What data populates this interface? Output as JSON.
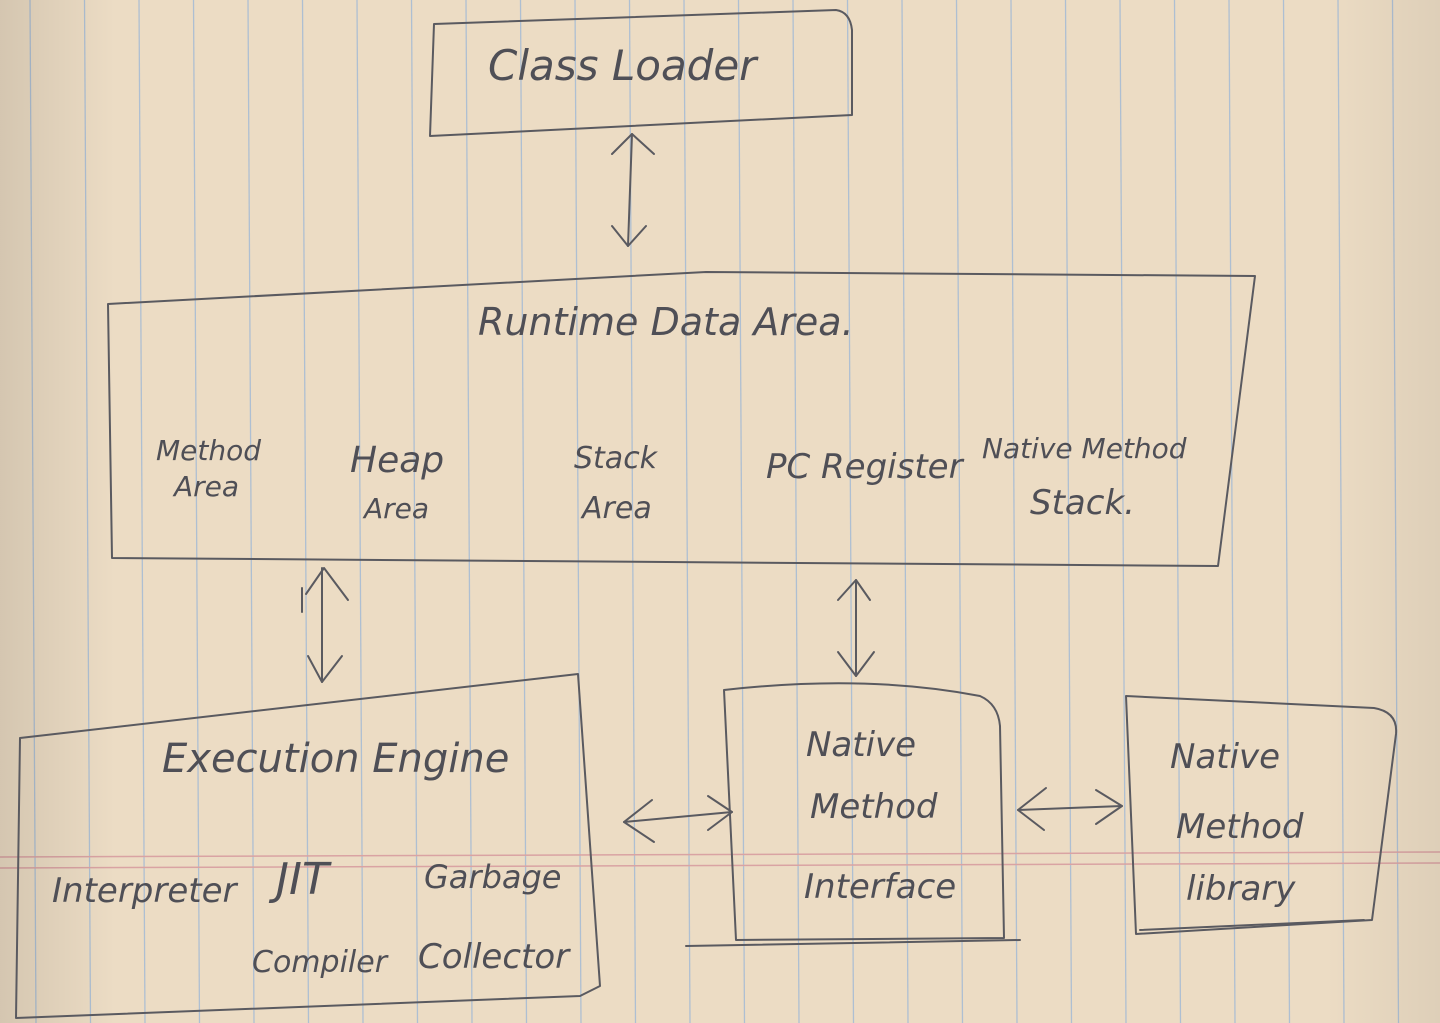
{
  "diagram": {
    "class_loader": {
      "label": "Class Loader"
    },
    "runtime_data_area": {
      "title": "Runtime Data Area.",
      "regions": [
        {
          "line1": "Method",
          "line2": "Area"
        },
        {
          "line1": "Heap",
          "line2": "Area"
        },
        {
          "line1": "Stack",
          "line2": "Area"
        },
        {
          "line1": "PC Register",
          "line2": ""
        },
        {
          "line1": "Native Method",
          "line2": "Stack."
        }
      ]
    },
    "execution_engine": {
      "title": "Execution Engine",
      "interpreter": "Interpreter",
      "jit_line1": "JIT",
      "jit_line2": "Compiler",
      "gc_line1": "Garbage",
      "gc_line2": "Collector"
    },
    "native_method_interface": {
      "line1": "Native",
      "line2": "Method",
      "line3": "Interface"
    },
    "native_method_library": {
      "line1": "Native",
      "line2": "Method",
      "line3": "library"
    }
  },
  "colors": {
    "paper": "#ecdcc4",
    "rule_blue": "#aebfd2",
    "margin_red": "#d9a3a3",
    "ink": "#4f4f56"
  }
}
